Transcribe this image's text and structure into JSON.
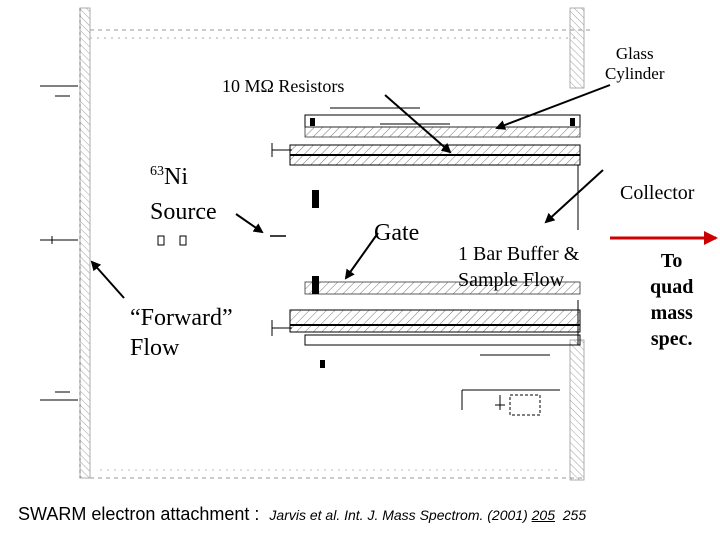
{
  "labels": {
    "resistors": "10 MΩ Resistors",
    "glass_cylinder_line1": "Glass",
    "glass_cylinder_line2": "Cylinder",
    "ni_superscript": "63",
    "ni_text": "Ni",
    "source": "Source",
    "collector": "Collector",
    "gate": "Gate",
    "buffer_line1": "1 Bar Buffer &",
    "buffer_line2": "Sample Flow",
    "to_line1": "To",
    "to_line2": "quad",
    "to_line3": "mass",
    "to_line4": "spec.",
    "forward_line1": "“Forward”",
    "forward_line2": "Flow"
  },
  "footer": {
    "title": "SWARM electron attachment :",
    "citation_authors": "Jarvis et al. Int. J. Mass Spectrom. (2001) ",
    "citation_volume": "205",
    "citation_pages": "  255"
  },
  "colors": {
    "outlet_arrow": "#cc0000",
    "line": "#000000",
    "hatch": "#666666",
    "wall": "#888888"
  }
}
